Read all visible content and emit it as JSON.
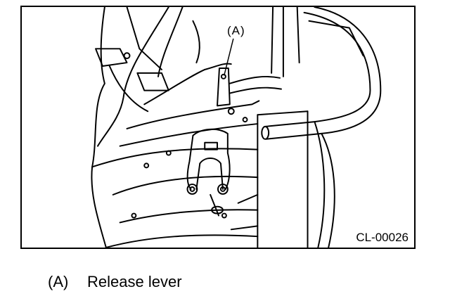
{
  "figure": {
    "callout_label": "(A)",
    "figure_code": "CL-00026"
  },
  "legend": {
    "items": [
      {
        "key": "(A)",
        "text": "Release lever"
      }
    ]
  }
}
